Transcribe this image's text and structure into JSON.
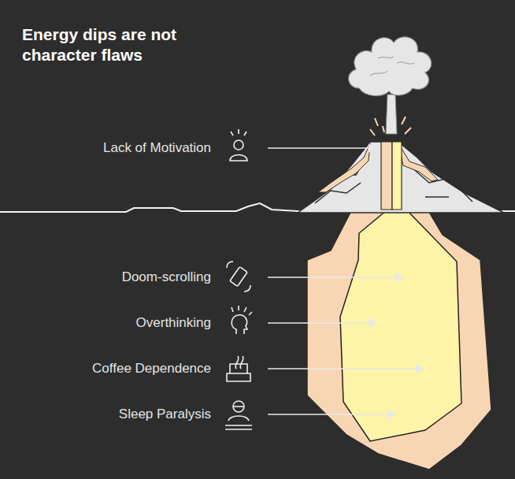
{
  "diagram": {
    "title": "Energy dips are not character flaws",
    "labels": [
      "Lack of Motivation",
      "Doom-scrolling",
      "Overthinking",
      "Coffee Dependence",
      "Sleep Paralysis"
    ]
  }
}
